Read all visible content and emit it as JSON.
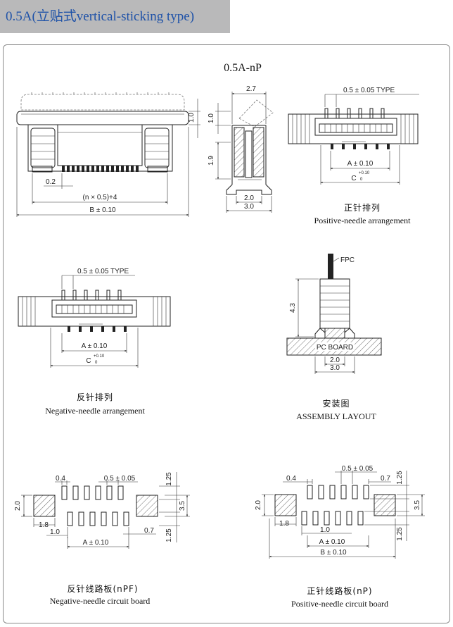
{
  "header": {
    "title": "0.5A(立贴式vertical-sticking type)"
  },
  "drawing_title": "0.5A-nP",
  "front_view": {
    "dim_pin_width": "0.2",
    "dim_inner": "(n × 0.5)+4",
    "dim_b": "B ± 0.10",
    "dim_height": "1.0"
  },
  "side_view": {
    "dim_top": "2.7",
    "dim_1": "1.0",
    "dim_2": "1.9",
    "dim_base_inner": "2.0",
    "dim_base_outer": "3.0"
  },
  "positive_needle": {
    "pitch": "0.5 ± 0.05 TYPE",
    "dim_a": "A ± 0.10",
    "dim_c": "C",
    "c_tol_plus": "+0.10",
    "c_tol_minus": "0",
    "label_cn": "正针排列",
    "label_en": "Positive-needle arrangement"
  },
  "negative_needle": {
    "pitch": "0.5 ± 0.05 TYPE",
    "dim_a": "A ± 0.10",
    "dim_c": "C",
    "c_tol_plus": "+0.10",
    "c_tol_minus": "0",
    "label_cn": "反针排列",
    "label_en": "Negative-needle arrangement"
  },
  "assembly": {
    "fpc": "FPC",
    "dim_height": "4.3",
    "pc_board": "PC BOARD",
    "dim_inner": "2.0",
    "dim_outer": "3.0",
    "label_cn": "安装图",
    "label_en": "ASSEMBLY LAYOUT"
  },
  "pcb_negative": {
    "dim_04": "0.4",
    "dim_pitch": "0.5 ± 0.05",
    "dim_20": "2.0",
    "dim_18": "1.8",
    "dim_10": "1.0",
    "dim_07": "0.7",
    "dim_a": "A ± 0.10",
    "dim_125_top": "1.25",
    "dim_35": "3.5",
    "dim_125_bot": "1.25",
    "label_cn": "反针线路板(nPF)",
    "label_en": "Negative-needle circuit board"
  },
  "pcb_positive": {
    "dim_04": "0.4",
    "dim_pitch": "0.5 ± 0.05",
    "dim_07": "0.7",
    "dim_20": "2.0",
    "dim_18": "1.8",
    "dim_10": "1.0",
    "dim_a": "A ± 0.10",
    "dim_b": "B ± 0.10",
    "dim_125_top": "1.25",
    "dim_35": "3.5",
    "dim_125_bot": "1.25",
    "label_cn": "正针线路板(nP)",
    "label_en": "Positive-needle circuit board"
  }
}
